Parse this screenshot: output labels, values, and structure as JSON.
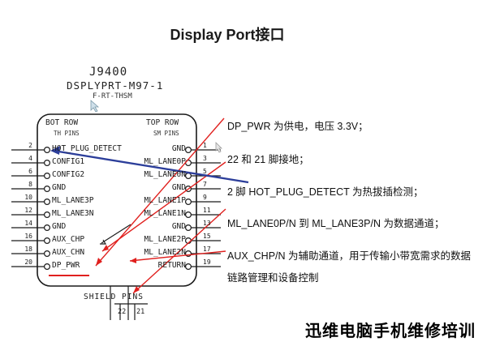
{
  "title": "Display Port接口",
  "component": {
    "ref": "J9400",
    "part": "DSPLYPRT-M97-1",
    "sub": "F-RT-THSM",
    "left_header": "BOT ROW",
    "left_subheader": "TH PINS",
    "right_header": "TOP ROW",
    "right_subheader": "SM PINS",
    "left_pins": [
      {
        "num": "2",
        "label": "HOT_PLUG_DETECT"
      },
      {
        "num": "4",
        "label": "CONFIG1"
      },
      {
        "num": "6",
        "label": "CONFIG2"
      },
      {
        "num": "8",
        "label": "GND"
      },
      {
        "num": "10",
        "label": "ML_LANE3P"
      },
      {
        "num": "12",
        "label": "ML_LANE3N"
      },
      {
        "num": "14",
        "label": "GND"
      },
      {
        "num": "16",
        "label": "AUX_CHP"
      },
      {
        "num": "18",
        "label": "AUX_CHN"
      },
      {
        "num": "20",
        "label": "DP_PWR"
      }
    ],
    "right_pins": [
      {
        "num": "1",
        "label": "GND"
      },
      {
        "num": "3",
        "label": "ML_LANE0P"
      },
      {
        "num": "5",
        "label": "ML_LANE0N"
      },
      {
        "num": "7",
        "label": "GND"
      },
      {
        "num": "9",
        "label": "ML_LANE1P"
      },
      {
        "num": "11",
        "label": "ML_LANE1N"
      },
      {
        "num": "13",
        "label": "GND"
      },
      {
        "num": "15",
        "label": "ML_LANE2P"
      },
      {
        "num": "17",
        "label": "ML_LANE2N"
      },
      {
        "num": "19",
        "label": "RETURN"
      }
    ],
    "shield_label": "SHIELD PINS",
    "shield_pins": [
      "22",
      "21"
    ]
  },
  "notes": [
    "DP_PWR 为供电，电压 3.3V；",
    "22 和 21 脚接地；",
    "2 脚 HOT_PLUG_DETECT 为热拔插检测；",
    "ML_LANE0P/N 到 ML_LANE3P/N 为数据通道；",
    "AUX_CHP/N 为辅助通道，用于传输小带宽需求的数据",
    "链路管理和设备控制"
  ],
  "brand": "迅维电脑手机维修培训",
  "colors": {
    "annotation_red": "#e0201e",
    "annotation_blue": "#2c3e9a",
    "line": "#1a1a1a"
  }
}
